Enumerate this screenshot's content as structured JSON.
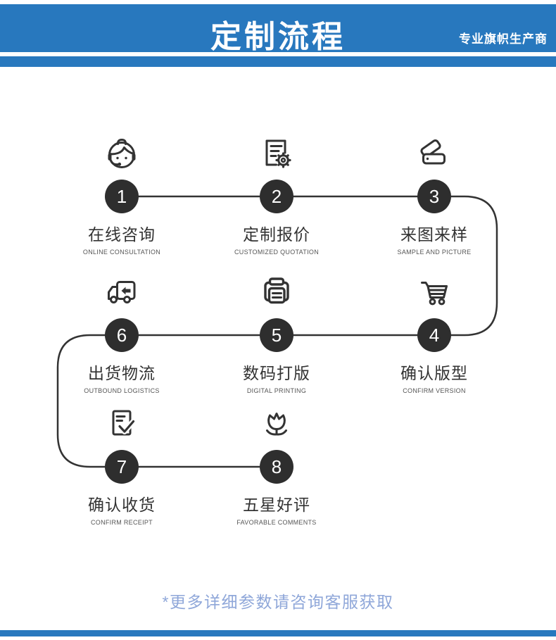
{
  "header": {
    "title": "定制流程",
    "tagline": "专业旗帜生产商"
  },
  "steps": [
    {
      "num": "1",
      "title": "在线咨询",
      "caption": "ONLINE CONSULTATION",
      "icon": "headset-agent"
    },
    {
      "num": "2",
      "title": "定制报价",
      "caption": "CUSTOMIZED QUOTATION",
      "icon": "quote-document-gear"
    },
    {
      "num": "3",
      "title": "来图来样",
      "caption": "SAMPLE AND PICTURE",
      "icon": "color-swatches"
    },
    {
      "num": "4",
      "title": "确认版型",
      "caption": "CONFIRM VERSION",
      "icon": "shopping-cart"
    },
    {
      "num": "5",
      "title": "数码打版",
      "caption": "DIGITAL PRINTING",
      "icon": "printer"
    },
    {
      "num": "6",
      "title": "出货物流",
      "caption": "OUTBOUND LOGISTICS",
      "icon": "delivery-truck"
    },
    {
      "num": "7",
      "title": "确认收货",
      "caption": "CONFIRM RECEIPT",
      "icon": "receipt-check"
    },
    {
      "num": "8",
      "title": "五星好评",
      "caption": "FAVORABLE COMMENTS",
      "icon": "flower"
    }
  ],
  "footer": {
    "note": "*更多详细参数请咨询客服获取"
  },
  "colors": {
    "header_blue": "#2878be",
    "circle_dark": "#2e2e2e",
    "line_dark": "#333333",
    "note_blue": "#8fa7d9"
  }
}
